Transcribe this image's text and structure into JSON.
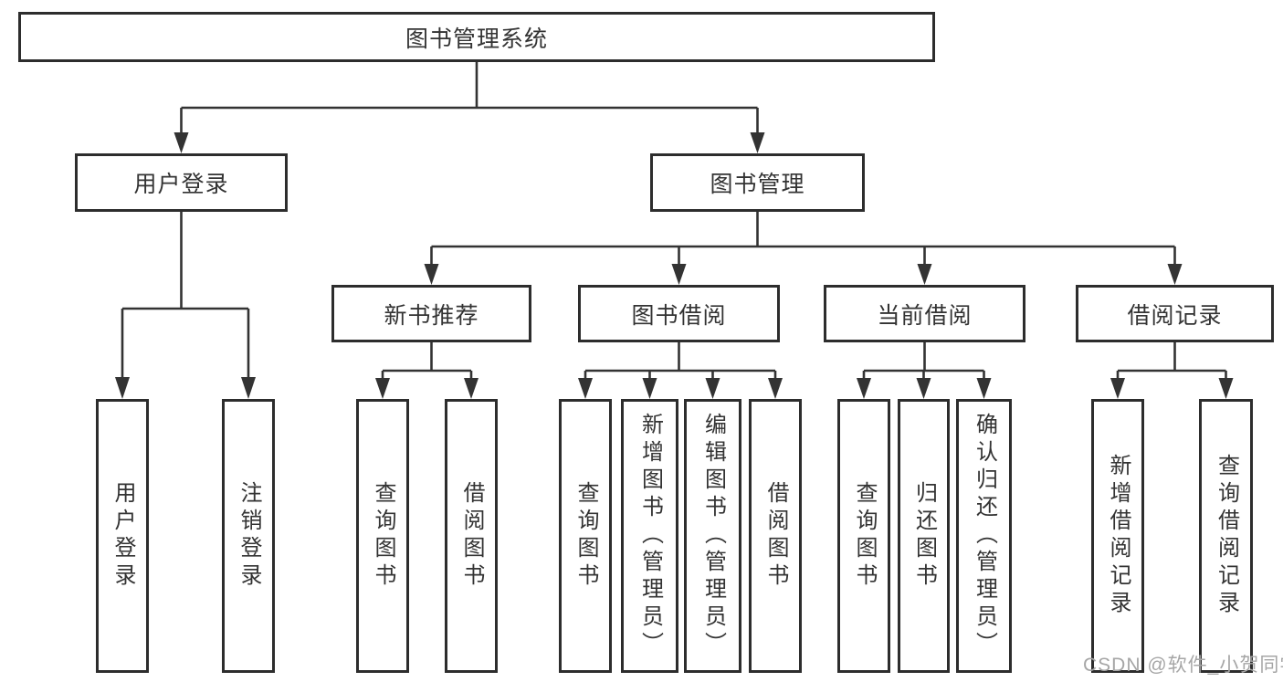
{
  "diagram": {
    "root": {
      "label": "图书管理系统"
    },
    "level2": [
      {
        "id": "user-login",
        "label": "用户登录"
      },
      {
        "id": "book-management",
        "label": "图书管理"
      }
    ],
    "level3": [
      {
        "id": "new-book-recommendation",
        "label": "新书推荐"
      },
      {
        "id": "book-borrowing",
        "label": "图书借阅"
      },
      {
        "id": "current-borrowing",
        "label": "当前借阅"
      },
      {
        "id": "borrowing-records",
        "label": "借阅记录"
      }
    ],
    "leaves": [
      {
        "id": "user-login-leaf",
        "label": "用户登录"
      },
      {
        "id": "logout",
        "label": "注销登录"
      },
      {
        "id": "query-books-recommend",
        "label": "查询图书"
      },
      {
        "id": "borrow-books-recommend",
        "label": "借阅图书"
      },
      {
        "id": "query-books-borrowing",
        "label": "查询图书"
      },
      {
        "id": "add-books-admin",
        "label": "新增图书（管理员）"
      },
      {
        "id": "edit-books-admin",
        "label": "编辑图书（管理员）"
      },
      {
        "id": "borrow-books-borrowing",
        "label": "借阅图书"
      },
      {
        "id": "query-books-current",
        "label": "查询图书"
      },
      {
        "id": "return-books",
        "label": "归还图书"
      },
      {
        "id": "confirm-return-admin",
        "label": "确认归还（管理员）"
      },
      {
        "id": "add-borrow-record",
        "label": "新增借阅记录"
      },
      {
        "id": "query-borrow-record",
        "label": "查询借阅记录"
      }
    ]
  },
  "watermark": {
    "text": "CSDN @软件_小贺同学"
  },
  "colors": {
    "line": "#333333",
    "box_border": "#2d2d2d",
    "text": "#333333",
    "watermark": "#a6a6a6",
    "background": "#ffffff"
  }
}
